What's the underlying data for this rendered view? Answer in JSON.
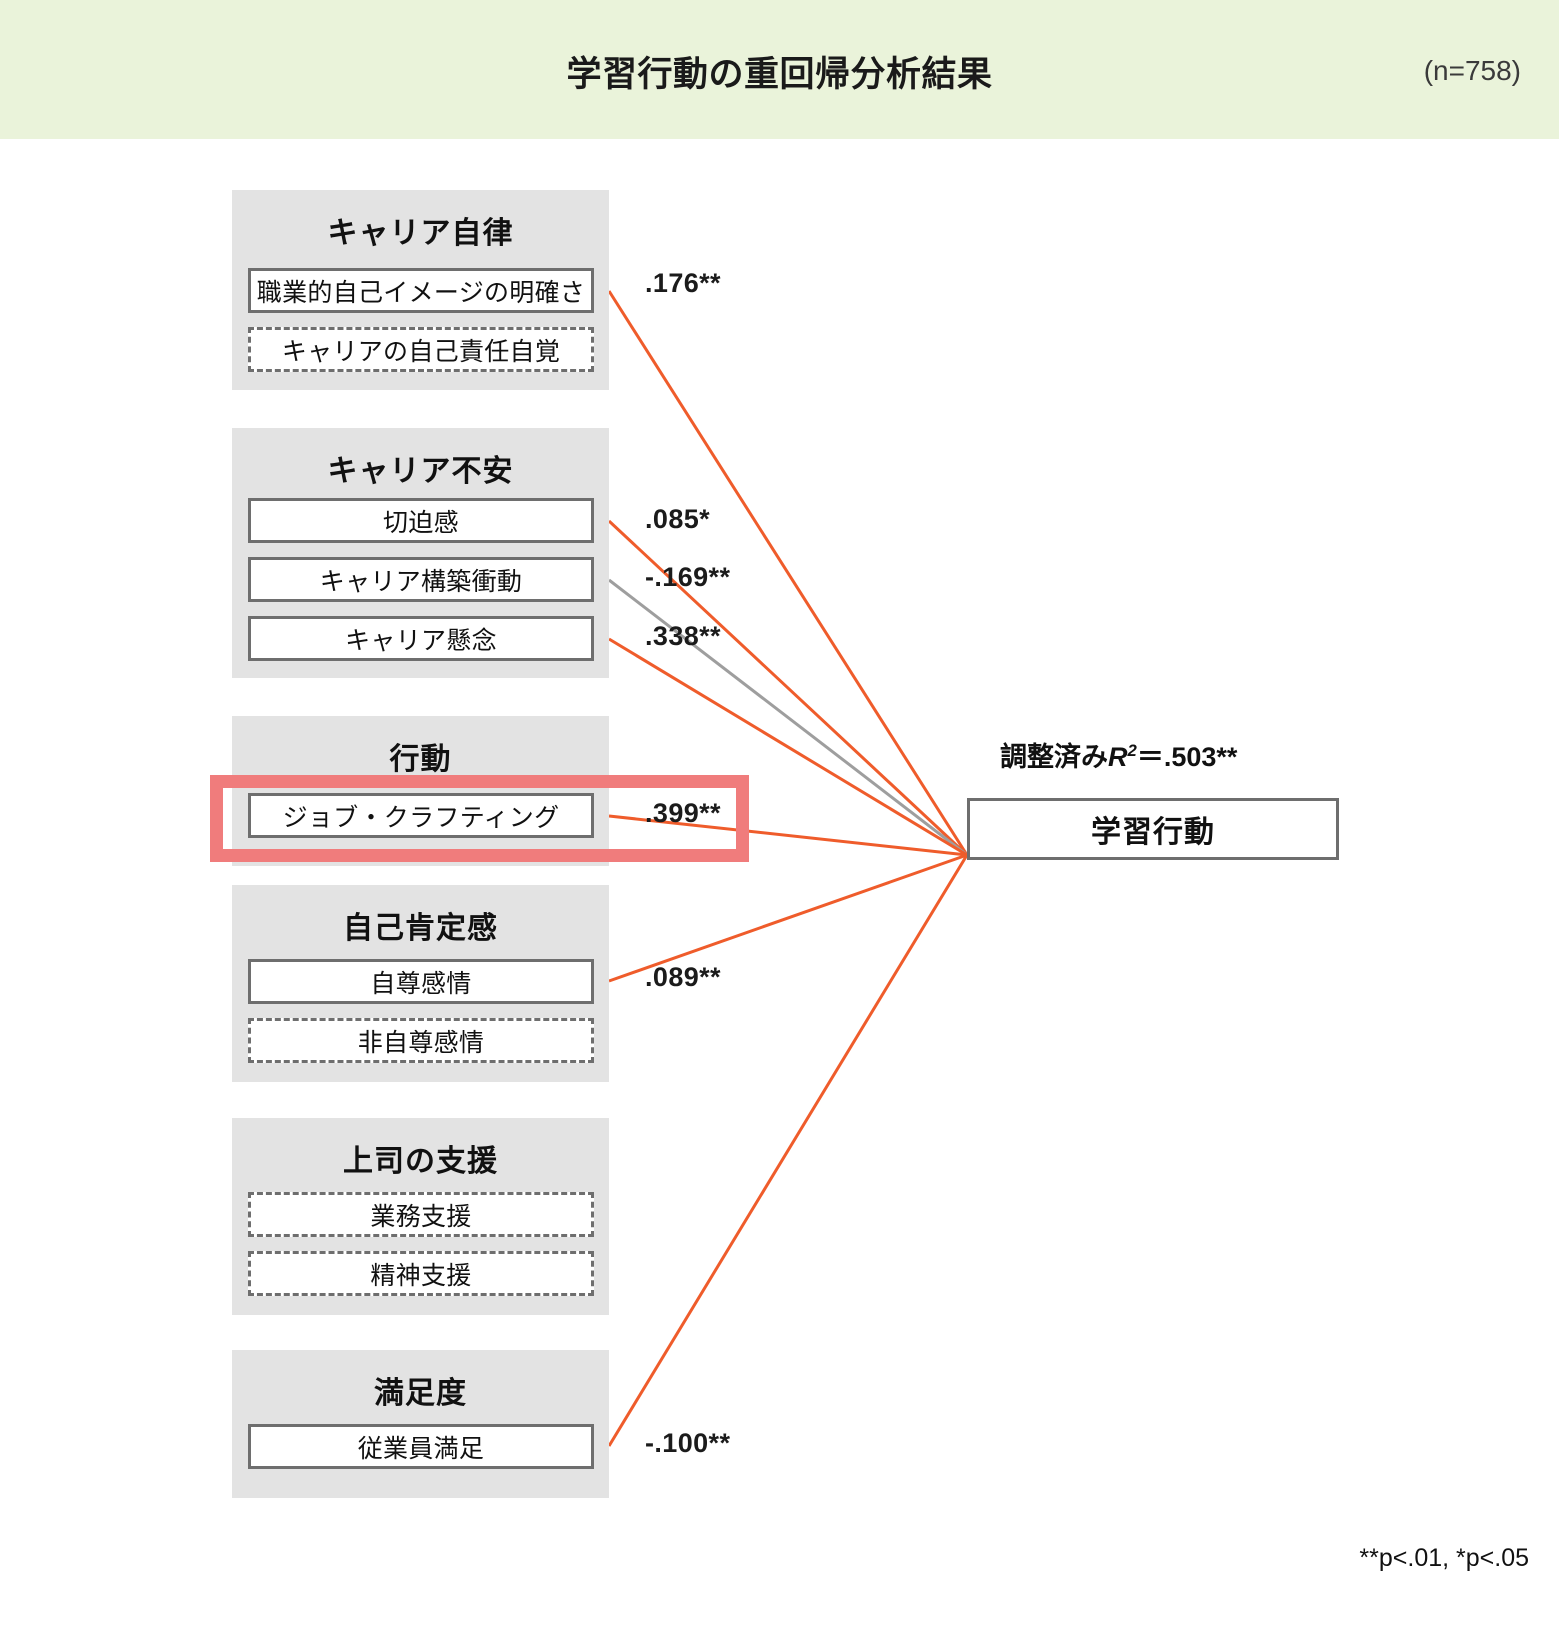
{
  "header": {
    "title": "学習行動の重回帰分析結果",
    "sample_size": "(n=758)",
    "background_color": "#eaf3da"
  },
  "colors": {
    "group_background": "#e3e3e3",
    "box_border": "#6e6e6e",
    "positive_path": "#ef5c2b",
    "negative_path": "#9e9e9e",
    "highlight": "#f07c7c"
  },
  "groups": [
    {
      "title": "キャリア自律",
      "items": [
        {
          "label": "職業的自己イメージの明確さ",
          "style": "solid"
        },
        {
          "label": "キャリアの自己責任自覚",
          "style": "dashed"
        }
      ]
    },
    {
      "title": "キャリア不安",
      "items": [
        {
          "label": "切迫感",
          "style": "solid"
        },
        {
          "label": "キャリア構築衝動",
          "style": "solid"
        },
        {
          "label": "キャリア懸念",
          "style": "solid"
        }
      ]
    },
    {
      "title": "行動",
      "items": [
        {
          "label": "ジョブ・クラフティング",
          "style": "solid"
        }
      ]
    },
    {
      "title": "自己肯定感",
      "items": [
        {
          "label": "自尊感情",
          "style": "solid"
        },
        {
          "label": "非自尊感情",
          "style": "dashed"
        }
      ]
    },
    {
      "title": "上司の支援",
      "items": [
        {
          "label": "業務支援",
          "style": "dashed"
        },
        {
          "label": "精神支援",
          "style": "dashed"
        }
      ]
    },
    {
      "title": "満足度",
      "items": [
        {
          "label": "従業員満足",
          "style": "solid"
        }
      ]
    }
  ],
  "outcome": {
    "label": "学習行動",
    "r2_prefix": "調整済み",
    "r2_symbol": "R",
    "r2_exponent": "2",
    "r2_equals": "＝",
    "r2_value": ".503**"
  },
  "coefficients": [
    {
      "label": ".176**",
      "from": "職業的自己イメージの明確さ",
      "to": "学習行動",
      "value": 0.176,
      "sig": "**",
      "sign": "positive"
    },
    {
      "label": ".085*",
      "from": "切迫感",
      "to": "学習行動",
      "value": 0.085,
      "sig": "*",
      "sign": "positive"
    },
    {
      "label": "-.169**",
      "from": "キャリア構築衝動",
      "to": "学習行動",
      "value": -0.169,
      "sig": "**",
      "sign": "negative"
    },
    {
      "label": ".338**",
      "from": "キャリア懸念",
      "to": "学習行動",
      "value": 0.338,
      "sig": "**",
      "sign": "positive"
    },
    {
      "label": ".399**",
      "from": "ジョブ・クラフティング",
      "to": "学習行動",
      "value": 0.399,
      "sig": "**",
      "sign": "positive"
    },
    {
      "label": ".089**",
      "from": "自尊感情",
      "to": "学習行動",
      "value": 0.089,
      "sig": "**",
      "sign": "positive"
    },
    {
      "label": "-.100**",
      "from": "従業員満足",
      "to": "学習行動",
      "value": -0.1,
      "sig": "**",
      "sign": "positive"
    }
  ],
  "highlight": {
    "target": "ジョブ・クラフティング"
  },
  "footnote": "**p<.01, *p<.05"
}
